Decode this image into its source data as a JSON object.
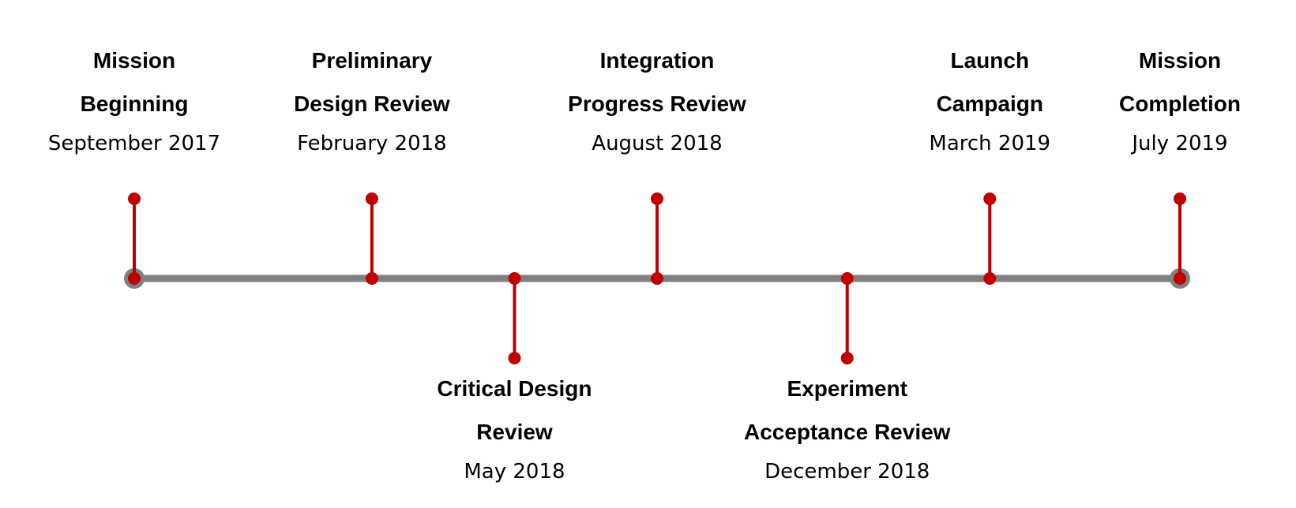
{
  "colors": {
    "axis": "#808080",
    "stem": "#c00000",
    "text": "#000000"
  },
  "timeline": {
    "milestones": [
      {
        "title_lines": [
          "Mission",
          "Beginning"
        ],
        "date": "September 2017",
        "side": "above",
        "time": 0
      },
      {
        "title_lines": [
          "Preliminary",
          "Design Review"
        ],
        "date": "February 2018",
        "side": "above",
        "time": 5
      },
      {
        "title_lines": [
          "Critical Design",
          "Review"
        ],
        "date": "May 2018",
        "side": "below",
        "time": 8
      },
      {
        "title_lines": [
          "Integration",
          "Progress Review"
        ],
        "date": "August 2018",
        "side": "above",
        "time": 11
      },
      {
        "title_lines": [
          "Experiment",
          "Acceptance Review"
        ],
        "date": "December 2018",
        "side": "below",
        "time": 15
      },
      {
        "title_lines": [
          "Launch",
          "Campaign"
        ],
        "date": "March 2019",
        "side": "above",
        "time": 18
      },
      {
        "title_lines": [
          "Mission",
          "Completion"
        ],
        "date": "July 2019",
        "side": "above",
        "time": 22
      }
    ]
  }
}
